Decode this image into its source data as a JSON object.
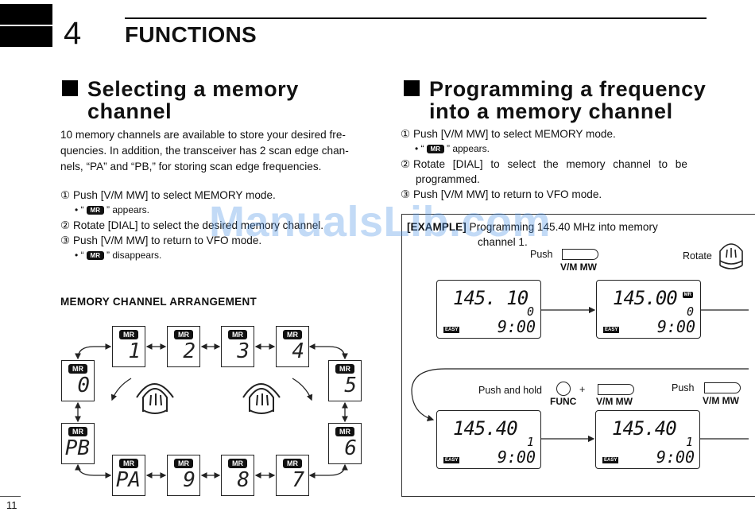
{
  "header": {
    "chapter_number": "4",
    "chapter_title": "FUNCTIONS"
  },
  "left": {
    "title_line1": "Selecting a memory",
    "title_line2": "channel",
    "intro_lines": [
      "10 memory channels are available to store your desired fre-",
      "quencies.   In addition, the transceiver has 2 scan edge chan-",
      "nels, “PA” and “PB,” for storing scan edge frequencies."
    ],
    "steps": [
      {
        "num": "①",
        "text": "Push [V/M MW] to select MEMORY mode."
      },
      {
        "num": "②",
        "text": "Rotate [DIAL] to select the desired memory channel."
      },
      {
        "num": "③",
        "text": "Push [V/M MW] to return to VFO mode."
      }
    ],
    "bullets": {
      "appears_prefix": "• “",
      "appears_suffix": "” appears.",
      "disappears_suffix": "” disappears.",
      "mr_label": "MR"
    },
    "arrangement_title": "MEMORY CHANNEL ARRANGEMENT",
    "channels": {
      "top": [
        "1",
        "2",
        "3",
        "4"
      ],
      "left_upper": "0",
      "left_lower": "PB",
      "right_upper": "5",
      "right_lower": "6",
      "bottom": [
        "PA",
        "9",
        "8",
        "7"
      ],
      "badge": "MR"
    }
  },
  "right": {
    "title_line1": "Programming a frequency",
    "title_line2": "into a memory channel",
    "steps": [
      {
        "num": "①",
        "text": "Push [V/M MW] to select MEMORY mode."
      },
      {
        "num": "②",
        "text": "Rotate [DIAL] to select the memory channel to be"
      },
      {
        "num": "",
        "text": "programmed."
      },
      {
        "num": "③",
        "text": "Push [V/M MW] to return to VFO mode."
      }
    ],
    "bullet_appears": "” appears.",
    "example": {
      "label": "[EXAMPLE]",
      "text_line1": "Programming 145.40 MHz into memory",
      "text_line2": "channel 1.",
      "push": "Push",
      "rotate": "Rotate",
      "push_and_hold": "Push and hold",
      "plus": "+",
      "func": "FUNC",
      "vm_mw": "V/M MW",
      "displays": [
        {
          "freq": "145. 10",
          "ch": "0",
          "time": "9:00",
          "easy": "EASY",
          "mr": ""
        },
        {
          "freq": "145.00",
          "ch": "0",
          "time": "9:00",
          "easy": "EASY",
          "mr": "MR"
        },
        {
          "freq": "145.40",
          "ch": "1",
          "time": "9:00",
          "easy": "EASY",
          "mr": ""
        },
        {
          "freq": "145.40",
          "ch": "1",
          "time": "9:00",
          "easy": "EASY",
          "mr": ""
        }
      ]
    }
  },
  "watermark": "ManualsLib.com",
  "page_number": "11"
}
